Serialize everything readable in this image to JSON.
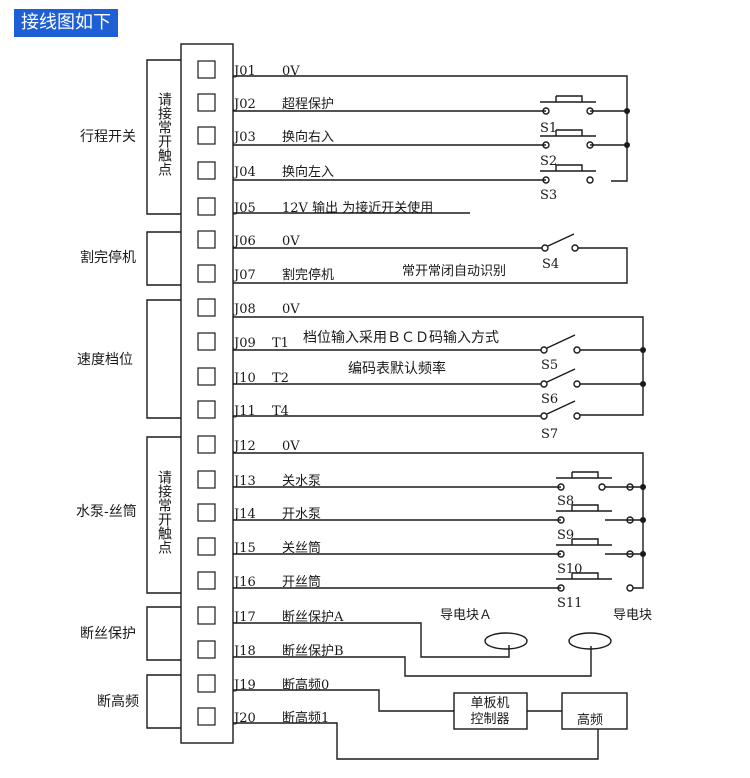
{
  "header": {
    "title": "接线图如下"
  },
  "groups": [
    {
      "name": "行程开关",
      "note": "请接常开触点"
    },
    {
      "name": "割完停机"
    },
    {
      "name": "速度档位"
    },
    {
      "name": "水泵-丝筒",
      "note": "请接常开触点"
    },
    {
      "name": "断丝保护"
    },
    {
      "name": "断高频"
    }
  ],
  "terminals": [
    {
      "id": "J01",
      "label": "0V"
    },
    {
      "id": "J02",
      "label": "超程保护"
    },
    {
      "id": "J03",
      "label": "换向右入"
    },
    {
      "id": "J04",
      "label": "换向左入"
    },
    {
      "id": "J05",
      "label": "12V 输出  为接近开关使用"
    },
    {
      "id": "J06",
      "label": "0V"
    },
    {
      "id": "J07",
      "label": "割完停机"
    },
    {
      "id": "J08",
      "label": "0V"
    },
    {
      "id": "J09",
      "label": "T1"
    },
    {
      "id": "J10",
      "label": "T2"
    },
    {
      "id": "J11",
      "label": "T4"
    },
    {
      "id": "J12",
      "label": "0V"
    },
    {
      "id": "J13",
      "label": "关水泵"
    },
    {
      "id": "J14",
      "label": "开水泵"
    },
    {
      "id": "J15",
      "label": "关丝筒"
    },
    {
      "id": "J16",
      "label": "开丝筒"
    },
    {
      "id": "J17",
      "label": "断丝保护A"
    },
    {
      "id": "J18",
      "label": "断丝保护B"
    },
    {
      "id": "J19",
      "label": "断高频0"
    },
    {
      "id": "J20",
      "label": "断高频1"
    }
  ],
  "switches": [
    "S1",
    "S2",
    "S3",
    "S4",
    "S5",
    "S6",
    "S7",
    "S8",
    "S9",
    "S10",
    "S11"
  ],
  "annotations": {
    "auto_detect": "常开常闭自动识别",
    "bcd_note": "档位输入采用ＢＣＤ码输入方式",
    "encoding_note": "编码表默认频率",
    "block_a": "导电块Ａ",
    "block_b": "导电块",
    "controller": "单板机控制器",
    "hf": "高频"
  }
}
